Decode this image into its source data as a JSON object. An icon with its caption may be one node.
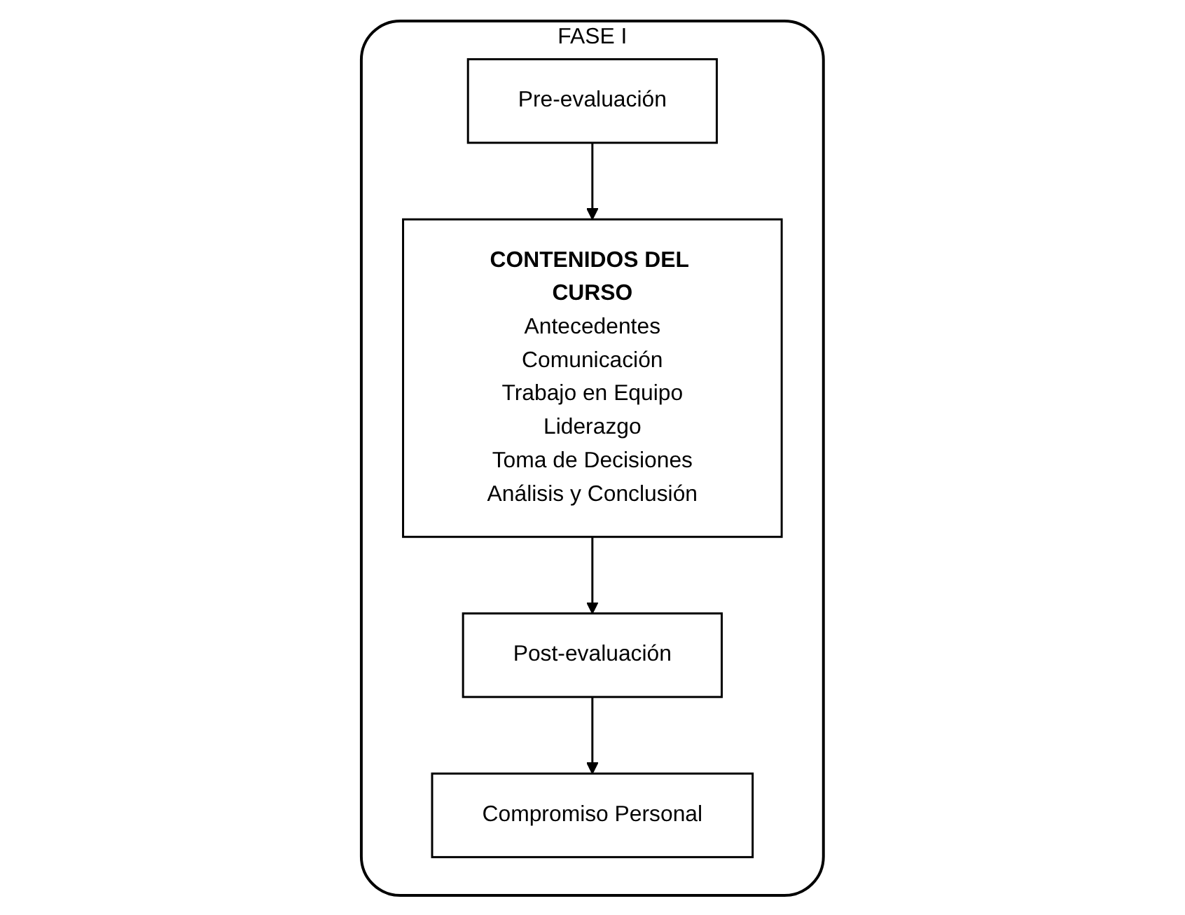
{
  "diagram": {
    "nodes": [
      {
        "text": [
          "FASE I"
        ]
      },
      {
        "text": [
          "Pre-evaluación"
        ],
        "in": 0
      },
      {
        "text": [
          "CONTENIDOS DEL CURSO",
          "Antecedentes",
          "Comunicación",
          "Trabajo en Equipo",
          "Liderazgo",
          "Toma de Decisiones",
          "Análisis y Conclusión"
        ],
        "in": 0
      },
      {
        "text": [
          "Post-evaluación"
        ],
        "in": 0
      },
      {
        "text": [
          "Compromiso Personal"
        ],
        "in": 0
      }
    ],
    "edges": [
      {
        "from": 1,
        "to": 2,
        "arrow": "to"
      },
      {
        "from": 2,
        "to": 3,
        "arrow": "to"
      },
      {
        "from": 3,
        "to": 4,
        "arrow": "to"
      }
    ]
  }
}
